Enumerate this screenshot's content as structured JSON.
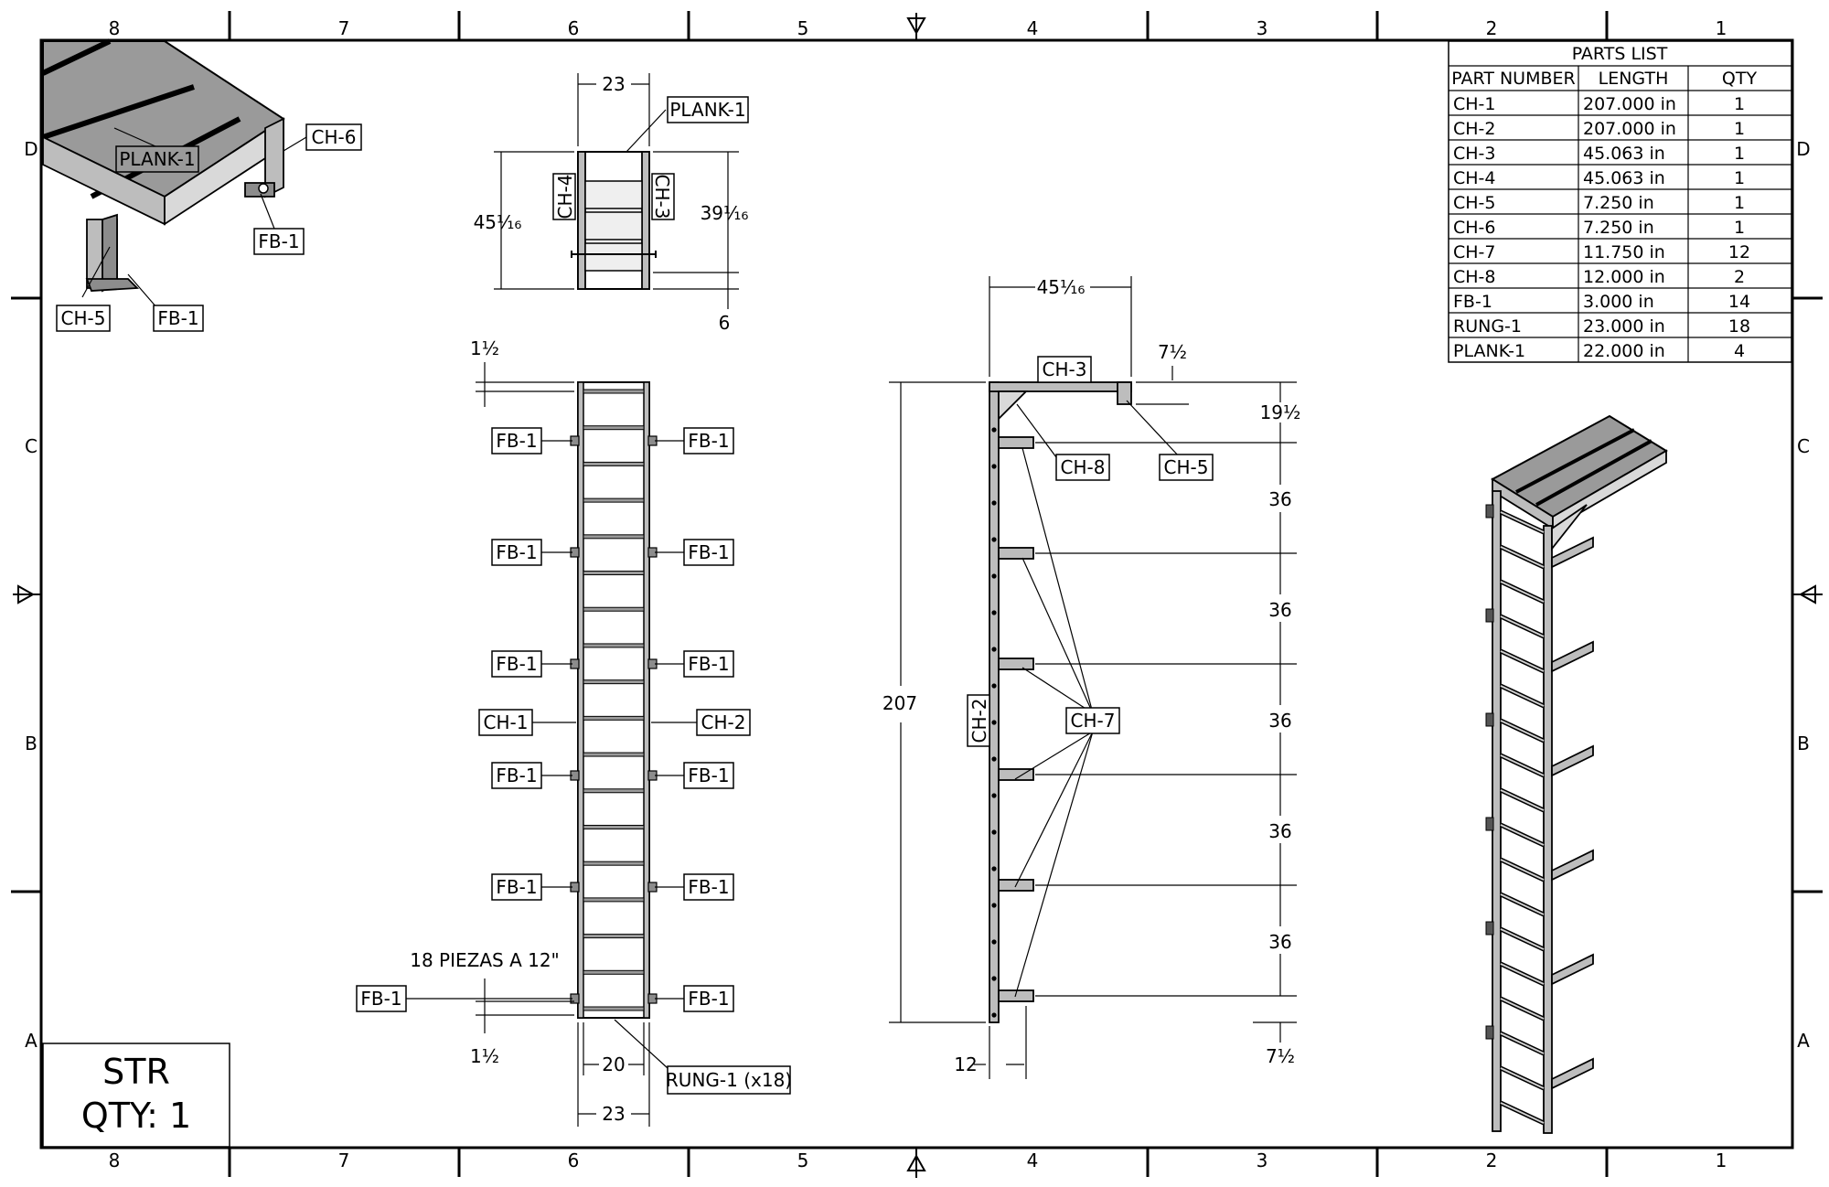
{
  "zones": {
    "columns": [
      "8",
      "7",
      "6",
      "5",
      "4",
      "3",
      "2",
      "1"
    ],
    "rows": [
      "D",
      "C",
      "B",
      "A"
    ]
  },
  "title_block": {
    "line1": "STR",
    "line2": "QTY: 1"
  },
  "parts_list": {
    "title": "PARTS LIST",
    "headers": [
      "PART NUMBER",
      "LENGTH",
      "QTY"
    ],
    "rows": [
      [
        "CH-1",
        "207.000 in",
        "1"
      ],
      [
        "CH-2",
        "207.000 in",
        "1"
      ],
      [
        "CH-3",
        "45.063 in",
        "1"
      ],
      [
        "CH-4",
        "45.063 in",
        "1"
      ],
      [
        "CH-5",
        "7.250 in",
        "1"
      ],
      [
        "CH-6",
        "7.250 in",
        "1"
      ],
      [
        "CH-7",
        "11.750 in",
        "12"
      ],
      [
        "CH-8",
        "12.000 in",
        "2"
      ],
      [
        "FB-1",
        "3.000 in",
        "14"
      ],
      [
        "RUNG-1",
        "23.000 in",
        "18"
      ],
      [
        "PLANK-1",
        "22.000 in",
        "4"
      ]
    ]
  },
  "labels": {
    "plank1": "PLANK-1",
    "ch1": "CH-1",
    "ch2": "CH-2",
    "ch3": "CH-3",
    "ch4": "CH-4",
    "ch5": "CH-5",
    "ch6": "CH-6",
    "ch7": "CH-7",
    "ch8": "CH-8",
    "fb1": "FB-1",
    "rung": "RUNG-1 (x18)",
    "note": "18 PIEZAS A 12\""
  },
  "dims": {
    "top_width": "23",
    "top_height": "45¹⁄₁₆",
    "top_inner": "39¹⁄₁₆",
    "top_offset": "6",
    "front_top": "1½",
    "front_bottom": "1½",
    "front_inner": "20",
    "front_width": "23",
    "side_depth": "45¹⁄₁₆",
    "side_top": "7½",
    "side_first": "19½",
    "side_pitch": "36",
    "side_height": "207",
    "side_bottom": "7½",
    "side_standoff": "12"
  }
}
